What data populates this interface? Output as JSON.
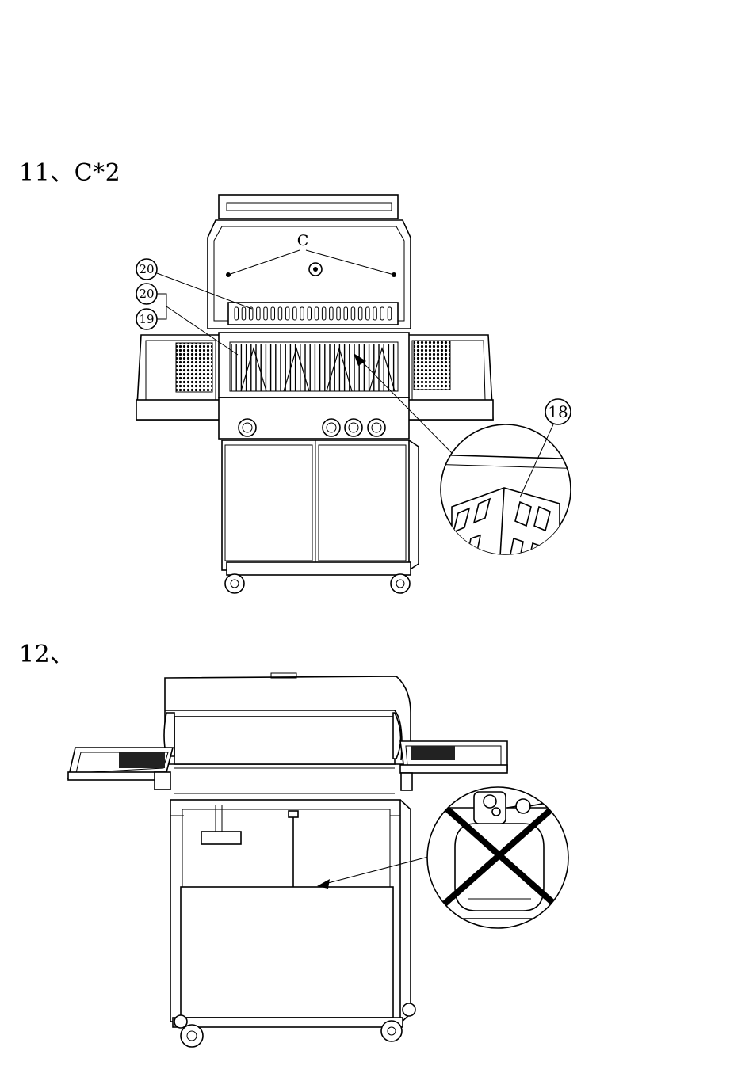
{
  "steps": [
    {
      "title": "11、C*2"
    },
    {
      "title": "12、"
    }
  ],
  "callouts": {
    "part_18": "18",
    "part_19": "19",
    "part_20_top": "20",
    "part_20_bottom": "20",
    "screw_c": "C"
  },
  "icons": {
    "detail_heat_tent": "heat-tent-detail-icon",
    "detail_gas_tank": "gas-tank-prohibited-icon"
  }
}
